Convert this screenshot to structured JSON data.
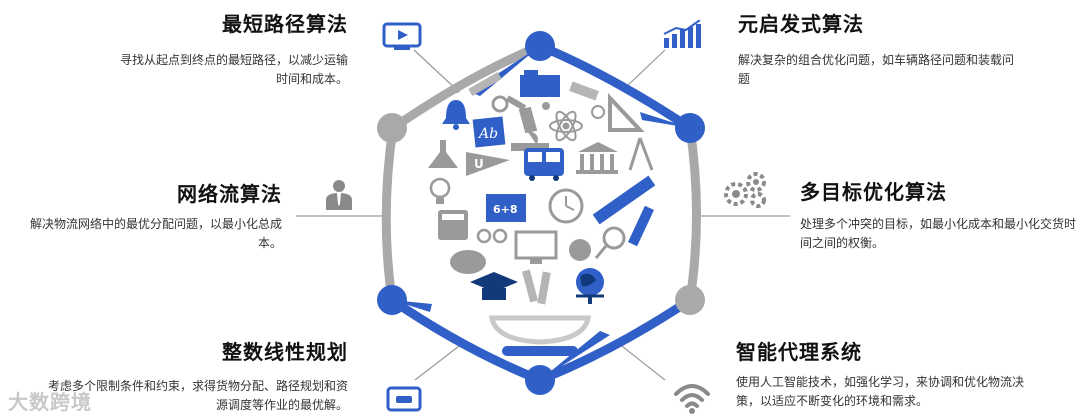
{
  "watermark": "大数跨境",
  "items": {
    "shortest_path": {
      "title": "最短路径算法",
      "desc": "寻找从起点到终点的最短路径，以减少运输时间和成本。",
      "icon": "video-monitor-icon"
    },
    "network_flow": {
      "title": "网络流算法",
      "desc": "解决物流网络中的最优分配问题，以最小化总成本。",
      "icon": "person-icon"
    },
    "integer_programming": {
      "title": "整数线性规划",
      "desc": "考虑多个限制条件和约束，求得货物分配、路径规划和资源调度等作业的最优解。",
      "icon": "laptop-icon"
    },
    "metaheuristic": {
      "title": "元启发式算法",
      "desc": "解决复杂的组合优化问题，如车辆路径问题和装载问题",
      "icon": "bar-chart-icon"
    },
    "multi_objective": {
      "title": "多目标优化算法",
      "desc": "处理多个冲突的目标，如最小化成本和最小化交货时间之间的权衡。",
      "icon": "gears-icon"
    },
    "intelligent_agent": {
      "title": "智能代理系统",
      "desc": "使用人工智能技术，如强化学习，来协调和优化物流决策，以适应不断变化的环境和需求。",
      "icon": "wifi-icon"
    }
  },
  "center": {
    "formula": "6+8",
    "book_label": "Ab"
  },
  "colors": {
    "blue": "#2f5fc7",
    "gray": "#a9a9a9",
    "icon_gray": "#8a8a8a",
    "dark_blue": "#123a7a"
  }
}
